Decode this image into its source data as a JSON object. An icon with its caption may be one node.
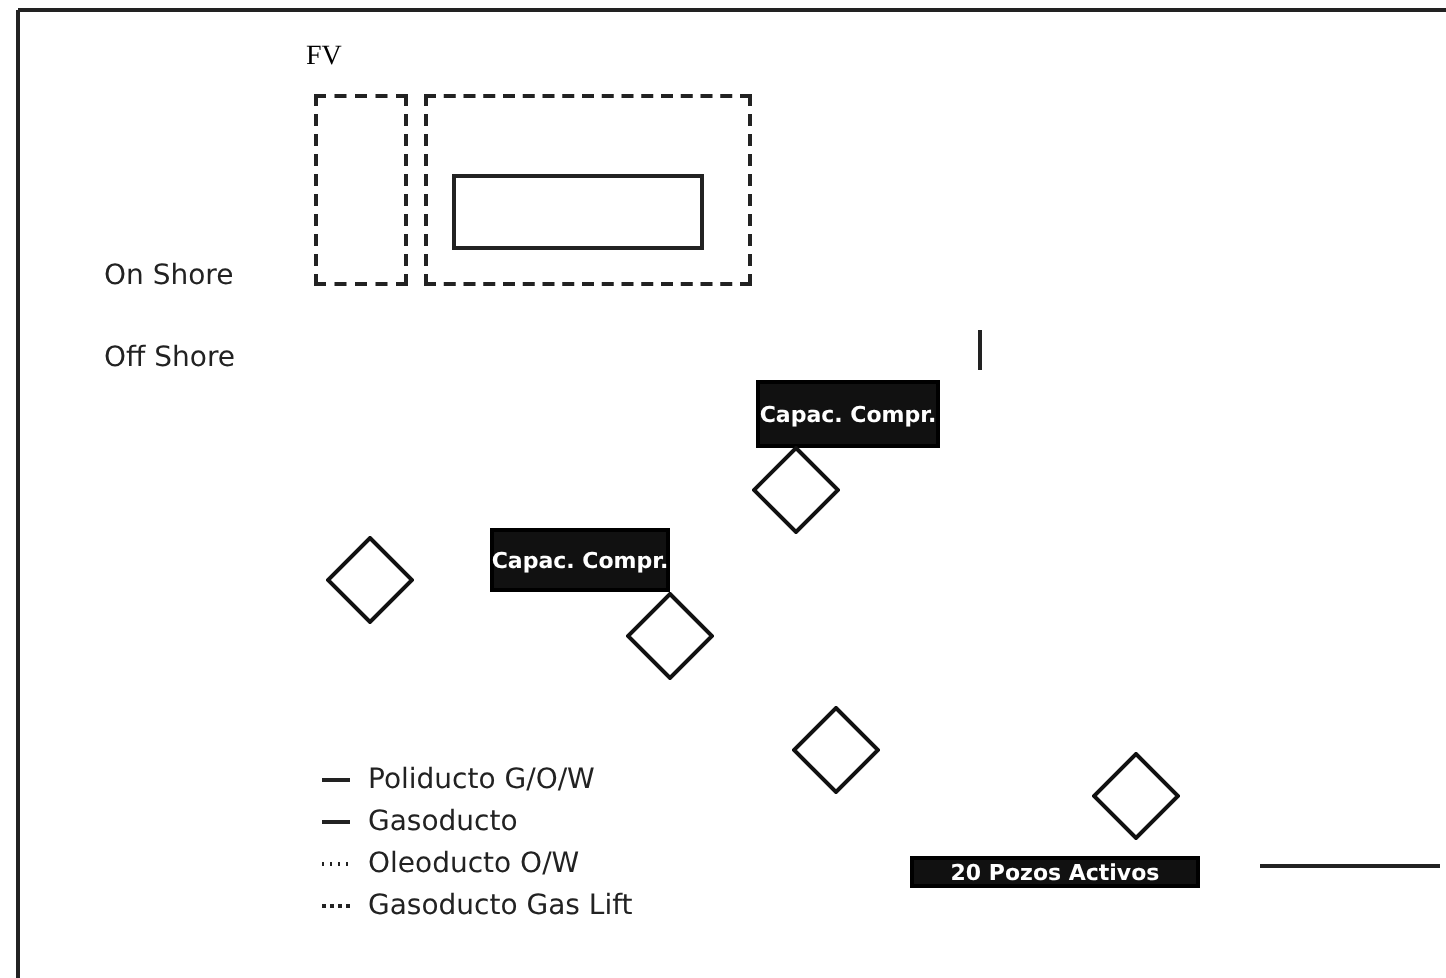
{
  "diagram": {
    "nodes": [
      {
        "text": [
          "FV"
        ]
      },
      {
        "text": [],
        "shape": "box"
      },
      {
        "text": [],
        "shape": "box",
        "in": 1
      },
      {
        "text": [
          "Capac. Compr."
        ]
      },
      {
        "text": [
          "Capac. Compr."
        ]
      },
      {
        "text": [],
        "shape": "diamond"
      },
      {
        "text": [],
        "shape": "diamond"
      },
      {
        "text": [],
        "shape": "diamond"
      },
      {
        "text": [],
        "shape": "diamond"
      },
      {
        "text": [],
        "shape": "diamond"
      },
      {
        "text": [
          "20 Pozos Activos"
        ]
      }
    ],
    "labels": [
      "On Shore",
      "Off Shore"
    ],
    "legend": [
      {
        "text": "Poliducto G/O/W"
      },
      {
        "text": "Gasoducto"
      },
      {
        "text": "Oleoducto O/W"
      },
      {
        "text": "Gasoducto Gas Lift"
      }
    ]
  }
}
